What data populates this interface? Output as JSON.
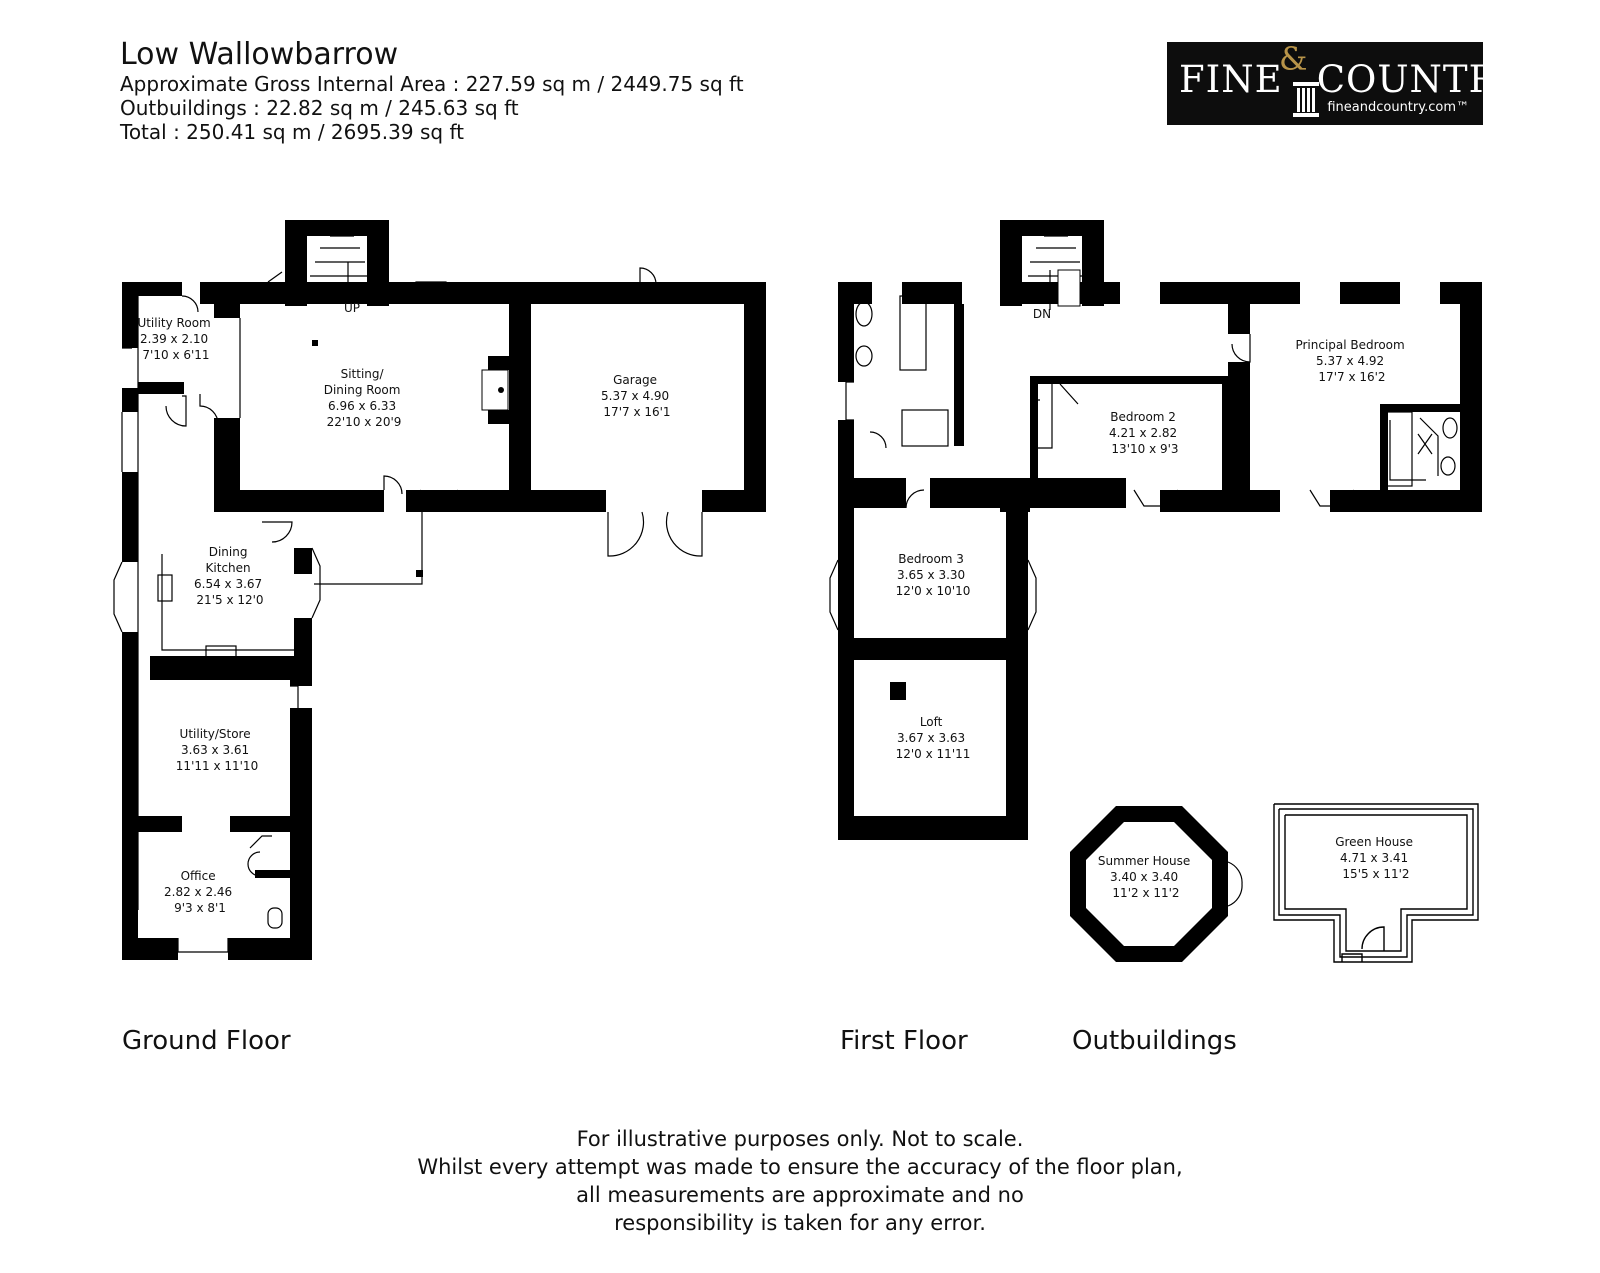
{
  "header": {
    "title": "Low Wallowbarrow",
    "gross_area": "Approximate Gross Internal Area : 227.59 sq m / 2449.75 sq ft",
    "outbuildings_area": "Outbuildings : 22.82 sq m / 245.63 sq ft",
    "total_area": "Total : 250.41 sq m / 2695.39 sq ft"
  },
  "logo": {
    "word1": "FINE",
    "amp": "&",
    "word2": "COUNTRY",
    "url": "fineandcountry.com™"
  },
  "floors": {
    "ground": "Ground Floor",
    "first": "First Floor",
    "outbuildings": "Outbuildings"
  },
  "rooms": {
    "utility_room": [
      "Utility Room",
      "2.39 x 2.10",
      "7'10 x 6'11"
    ],
    "sitting": [
      "Sitting/",
      "Dining Room",
      "6.96 x 6.33",
      "22'10 x 20'9"
    ],
    "garage": [
      "Garage",
      "5.37 x 4.90",
      "17'7 x 16'1"
    ],
    "kitchen": [
      "Dining",
      "Kitchen",
      "6.54 x 3.67",
      "21'5 x 12'0"
    ],
    "utility_store": [
      "Utility/Store",
      "3.63 x 3.61",
      "11'11 x 11'10"
    ],
    "office": [
      "Office",
      "2.82 x 2.46",
      "9'3 x 8'1"
    ],
    "principal": [
      "Principal Bedroom",
      "5.37 x 4.92",
      "17'7 x 16'2"
    ],
    "bedroom2": [
      "Bedroom 2",
      "4.21 x 2.82",
      "13'10 x 9'3"
    ],
    "bedroom3": [
      "Bedroom 3",
      "3.65 x 3.30",
      "12'0 x 10'10"
    ],
    "loft": [
      "Loft",
      "3.67 x 3.63",
      "12'0 x 11'11"
    ],
    "summer_house": [
      "Summer House",
      "3.40 x 3.40",
      "11'2 x 11'2"
    ],
    "green_house": [
      "Green House",
      "4.71 x 3.41",
      "15'5 x 11'2"
    ]
  },
  "stairs": {
    "up": "UP",
    "down": "DN"
  },
  "disclaimer": [
    "For illustrative purposes only. Not to scale.",
    "Whilst every attempt was made to ensure the accuracy of the floor plan,",
    "all measurements are approximate and no",
    "responsibility is taken for any error."
  ],
  "colors": {
    "wall": "#000000",
    "logo_bg": "#0d0d0d",
    "logo_accent": "#b89449"
  }
}
